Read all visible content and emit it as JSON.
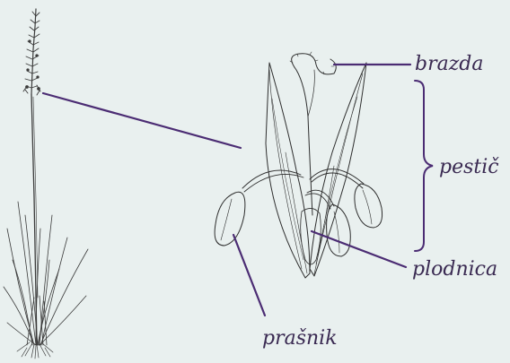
{
  "diagram": {
    "labels": {
      "stigma": "brazda",
      "pistil": "pestič",
      "ovary": "plodnica",
      "anther": "prašnik"
    },
    "colors": {
      "background": "#e9f0ef",
      "leader_line": "#4b2c73",
      "ink": "#2e2e2e",
      "text": "#3a2a52"
    }
  }
}
